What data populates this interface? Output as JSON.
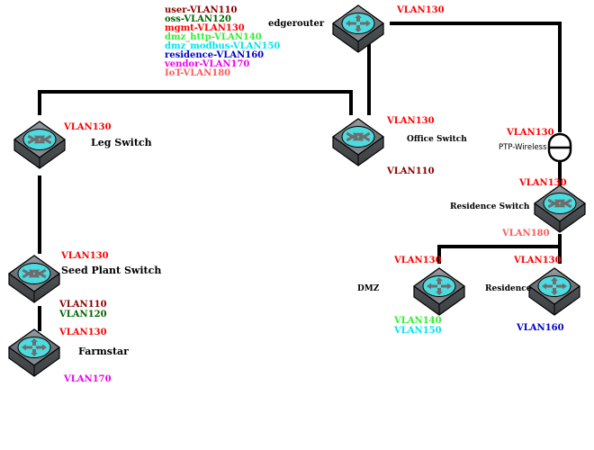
{
  "legend": [
    {
      "label": "user-VLAN110",
      "color": "#8b0000"
    },
    {
      "label": "oss-VLAN120",
      "color": "#006400"
    },
    {
      "label": "mgmt-VLAN130",
      "color": "#ff0000"
    },
    {
      "label": "dmz_http-VLAN140",
      "color": "#33ee33"
    },
    {
      "label": "dmz_modbus-VLAN150",
      "color": "#00e5ee"
    },
    {
      "label": "residence-VLAN160",
      "color": "#0000cc"
    },
    {
      "label": "vendor-VLAN170",
      "color": "#ee00ee"
    },
    {
      "label": "IoT-VLAN180",
      "color": "#ff5a5a"
    }
  ],
  "nodes": {
    "edgerouter": {
      "name": "edgerouter",
      "type": "router",
      "vlans": [
        "VLAN130"
      ]
    },
    "leg_switch": {
      "name": "Leg Switch",
      "type": "switch",
      "vlans": [
        "VLAN130"
      ]
    },
    "office_switch": {
      "name": "Office Switch",
      "type": "switch",
      "vlans": [
        "VLAN130",
        "VLAN110"
      ]
    },
    "seed_plant_switch": {
      "name": "Seed Plant Switch",
      "type": "switch",
      "vlans": [
        "VLAN130",
        "VLAN110",
        "VLAN120"
      ]
    },
    "farmstar": {
      "name": "Farmstar",
      "type": "router",
      "vlans": [
        "VLAN130",
        "VLAN170"
      ]
    },
    "ptp": {
      "name": "PTP-Wireless",
      "type": "ptp-link",
      "vlans": [
        "VLAN130",
        "VLAN130"
      ]
    },
    "residence_switch": {
      "name": "Residence Switch",
      "type": "switch",
      "vlans": [
        "VLAN180"
      ]
    },
    "dmz": {
      "name": "DMZ",
      "type": "router",
      "vlans": [
        "VLAN130",
        "VLAN140",
        "VLAN150"
      ]
    },
    "residence": {
      "name": "Residence",
      "type": "router",
      "vlans": [
        "VLAN130",
        "VLAN160"
      ]
    }
  },
  "colors": {
    "vlan110": "#8b0000",
    "vlan120": "#006400",
    "vlan130": "#ff0000",
    "vlan140": "#33ee33",
    "vlan150": "#00e5ee",
    "vlan160": "#0000cc",
    "vlan170": "#ee00ee",
    "vlan180": "#ff5a5a",
    "device_top": "#4ddbe0",
    "device_body": "#6d6d6d",
    "link": "#000000"
  }
}
